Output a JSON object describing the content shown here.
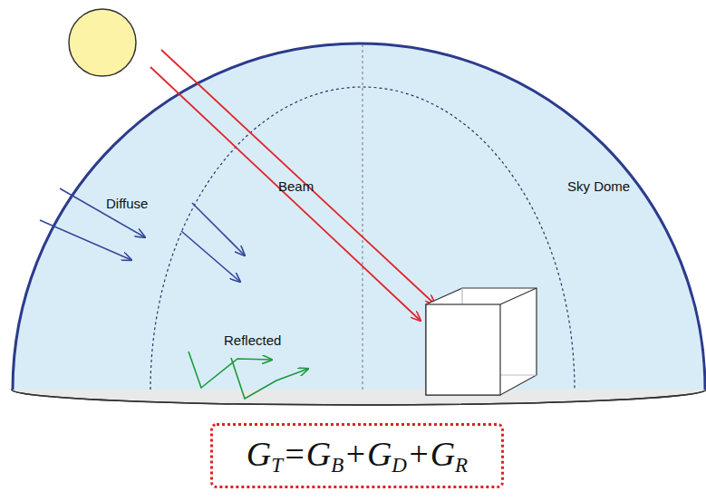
{
  "diagram": {
    "nodes": [
      {
        "text": [
          "G",
          "T",
          "=G",
          "B",
          "+G",
          "D",
          "+G",
          "R"
        ]
      }
    ],
    "labels": [
      "Diffuse",
      "Beam",
      "Sky Dome",
      "Reflected"
    ]
  }
}
